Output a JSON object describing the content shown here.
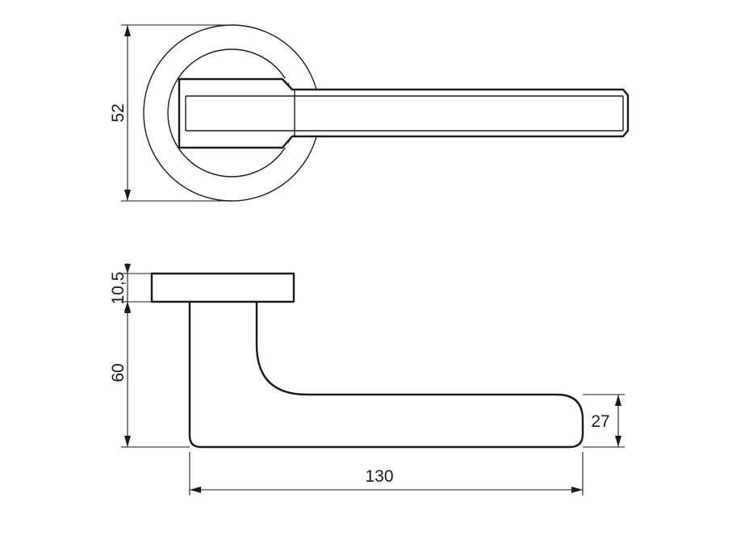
{
  "drawing": {
    "dimensions": {
      "rose_diameter": "52",
      "rose_thickness": "10,5",
      "handle_height": "60",
      "grip_thickness": "27",
      "handle_length": "130"
    }
  },
  "colors": {
    "line": "#1a1a1a",
    "background": "#ffffff"
  }
}
